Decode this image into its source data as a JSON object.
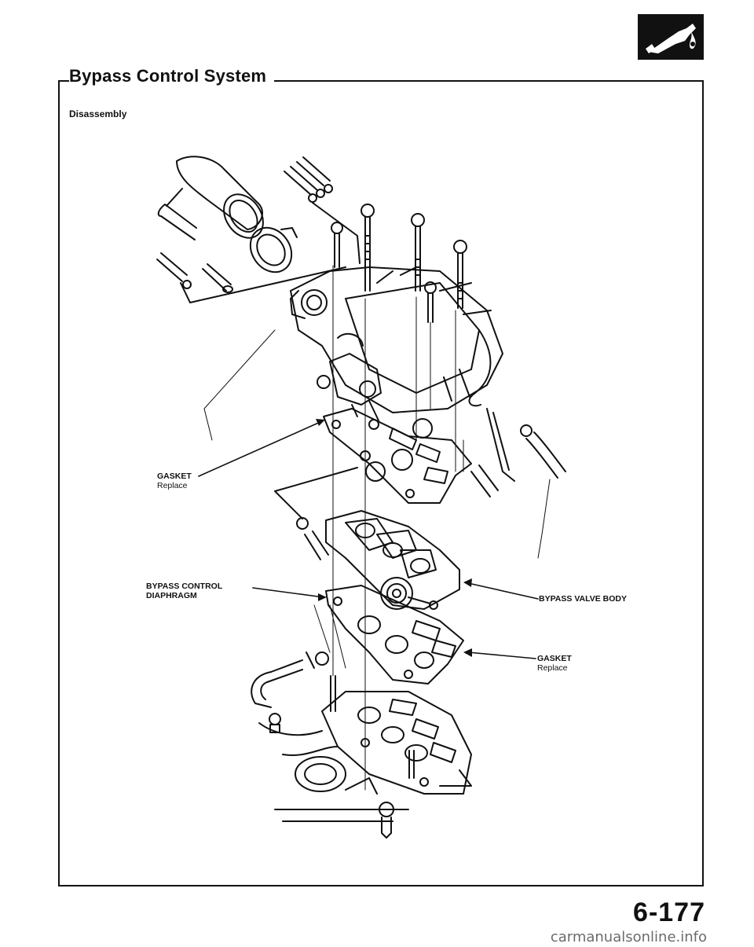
{
  "header": {
    "title": "Bypass Control System",
    "subtitle": "Disassembly"
  },
  "labels": {
    "gasket_top": {
      "name": "GASKET",
      "note": "Replace"
    },
    "bypass_control_diaphragm": {
      "line1": "BYPASS CONTROL",
      "line2": "DIAPHRAGM"
    },
    "bypass_valve_body": {
      "name": "BYPASS VALVE BODY"
    },
    "gasket_bottom": {
      "name": "GASKET",
      "note": "Replace"
    }
  },
  "footer": {
    "page_number": "6-177",
    "watermark": "carmanualsonline.info"
  },
  "icons": {
    "logo": "fuel-nozzle-icon"
  }
}
